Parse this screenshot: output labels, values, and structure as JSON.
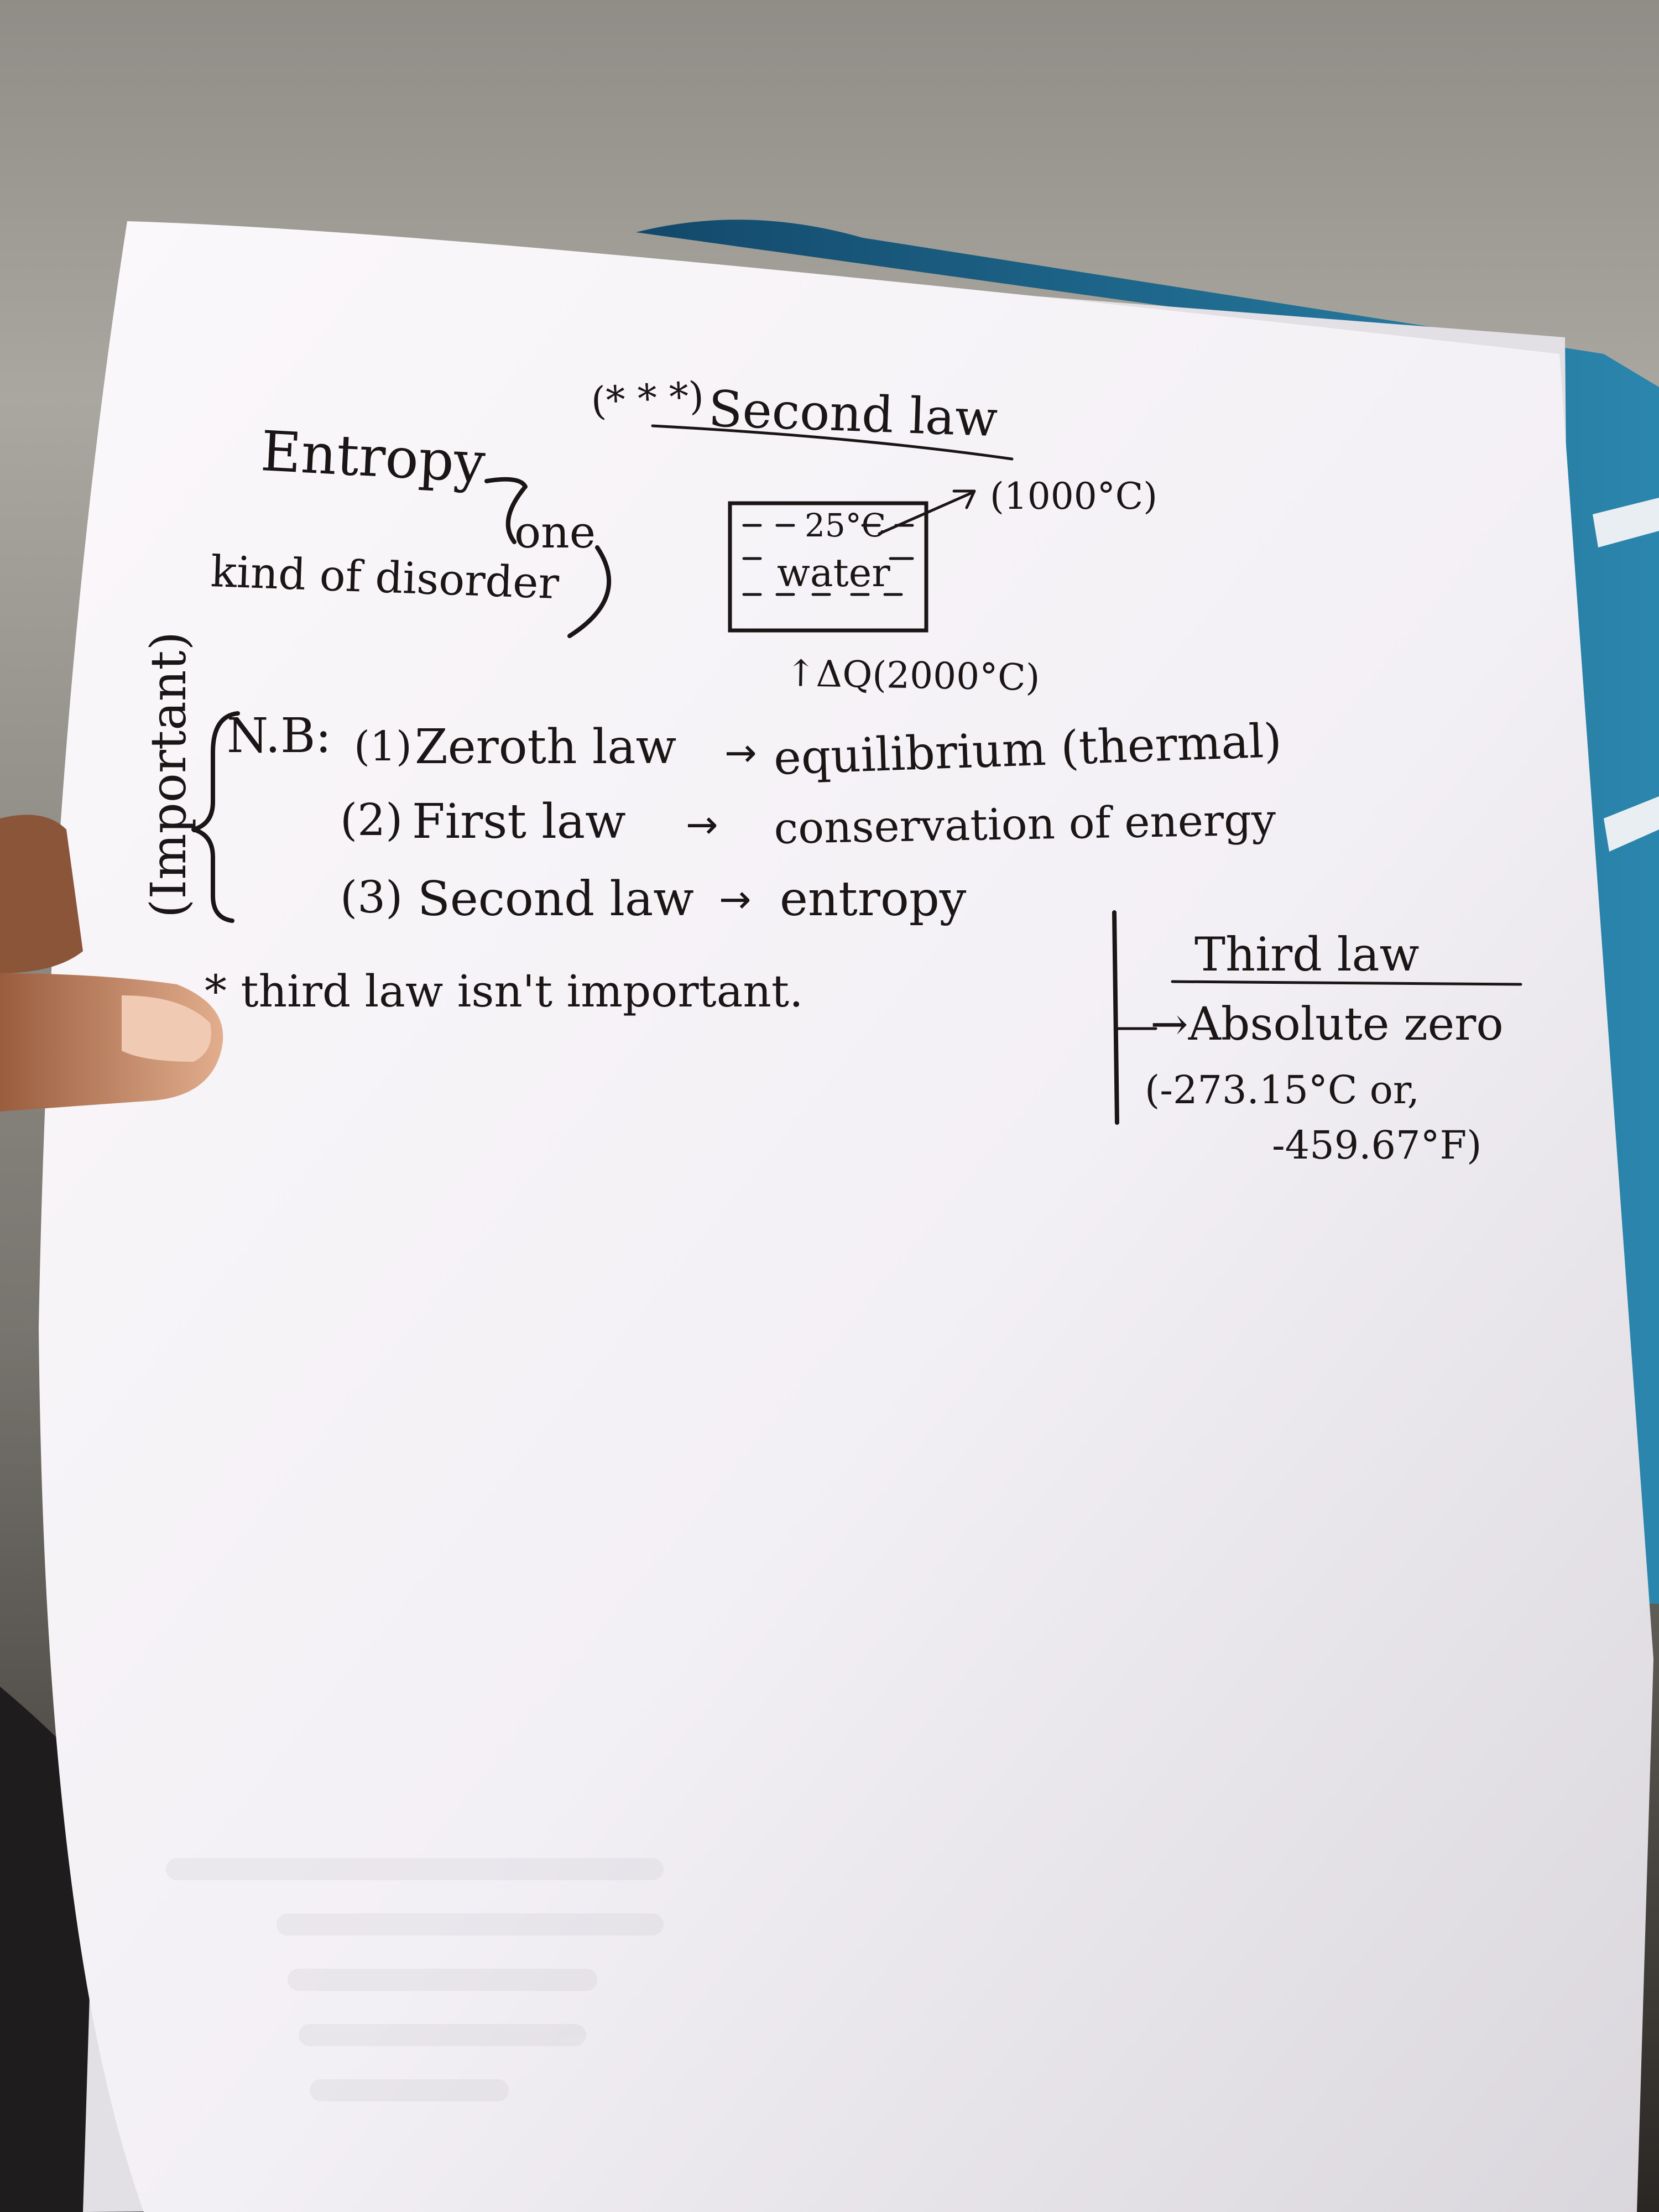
{
  "note": {
    "heading": {
      "stars": "(* * *)",
      "title": "Second law"
    },
    "entropy": {
      "term": "Entropy",
      "definition_line1": "one",
      "definition_line2": "kind of disorder"
    },
    "beaker": {
      "temp_inside": "25°C",
      "label": "water",
      "arrow_target": "(1000°C)",
      "heat_input": "↑ΔQ(2000°C)"
    },
    "bracket_side_label": "(Important)",
    "nb_list": {
      "prefix": "N.B:",
      "items": [
        {
          "num": "(1)",
          "law": "Zeroth law",
          "arrow": "→",
          "meaning": "equilibrium (thermal)"
        },
        {
          "num": "(2)",
          "law": "First law",
          "arrow": "→",
          "meaning": "conservation of energy"
        },
        {
          "num": "(3)",
          "law": "Second law",
          "arrow": "→",
          "meaning": "entropy"
        }
      ]
    },
    "footnote": "* third law isn't important.",
    "third_law": {
      "title": "Third law",
      "arrow_text": "→Absolute zero",
      "line1": "(-273.15°C or,",
      "line2": "-459.67°F)"
    }
  },
  "colors": {
    "paper": "#f4f2f6",
    "ink": "#1b1516",
    "folder_blue": "#1f6f93",
    "skin": "#d7a07d"
  }
}
